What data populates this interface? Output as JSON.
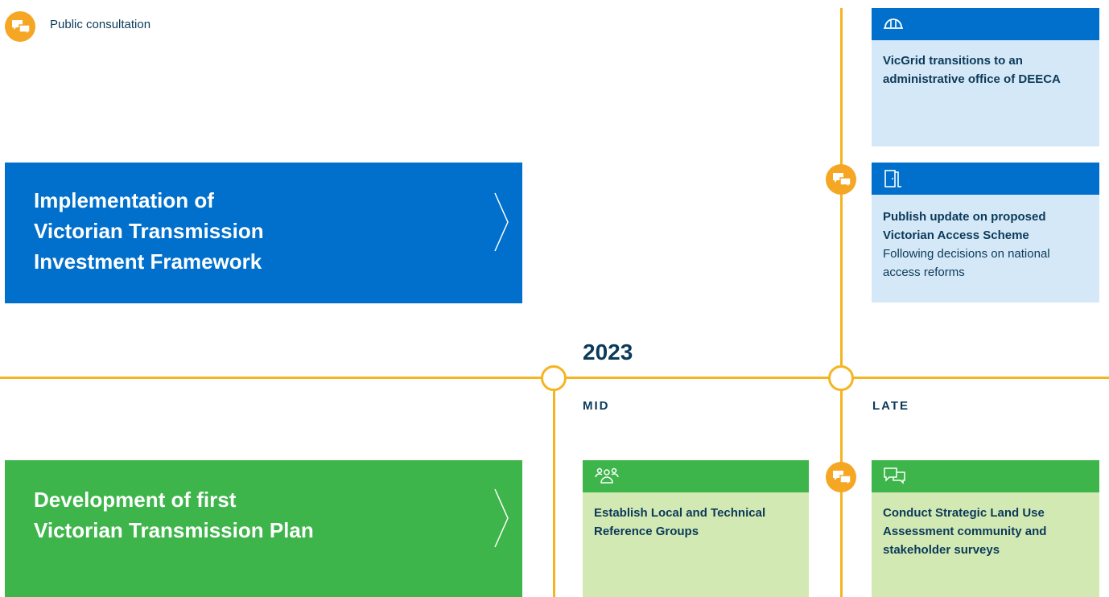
{
  "legend": {
    "label": "Public consultation",
    "icon": "speech-bubbles-icon"
  },
  "timeline": {
    "year": "2023",
    "periods": [
      "MID",
      "LATE"
    ],
    "line_color": "#f5b521"
  },
  "streams": [
    {
      "title": "Implementation of\nVictorian Transmission\nInvestment Framework",
      "color": "#0070cc",
      "chevron_icon": "chevron-right-icon"
    },
    {
      "title": "Development of first\nVictorian Transmission Plan",
      "color": "#3db54a",
      "chevron_icon": "chevron-right-icon"
    }
  ],
  "cards": {
    "vicgrid": {
      "icon": "hard-hat-icon",
      "text": "VicGrid transitions to an administrative office of DEECA",
      "consultation": false
    },
    "access_scheme": {
      "icon": "door-icon",
      "text": "Publish update on proposed Victorian Access Scheme",
      "subtext": "Following decisions on national access reforms",
      "consultation": true
    },
    "reference_groups": {
      "icon": "people-group-icon",
      "text": "Establish Local and Technical Reference Groups",
      "consultation": false
    },
    "land_use": {
      "icon": "speech-bubbles-outline-icon",
      "text": "Conduct Strategic Land Use Assessment community and stakeholder surveys",
      "consultation": true
    }
  },
  "colors": {
    "navy": "#0b3a5a",
    "consultation": "#f5a623",
    "blue_light": "#d5e8f7",
    "green_light": "#d3e9b3"
  }
}
